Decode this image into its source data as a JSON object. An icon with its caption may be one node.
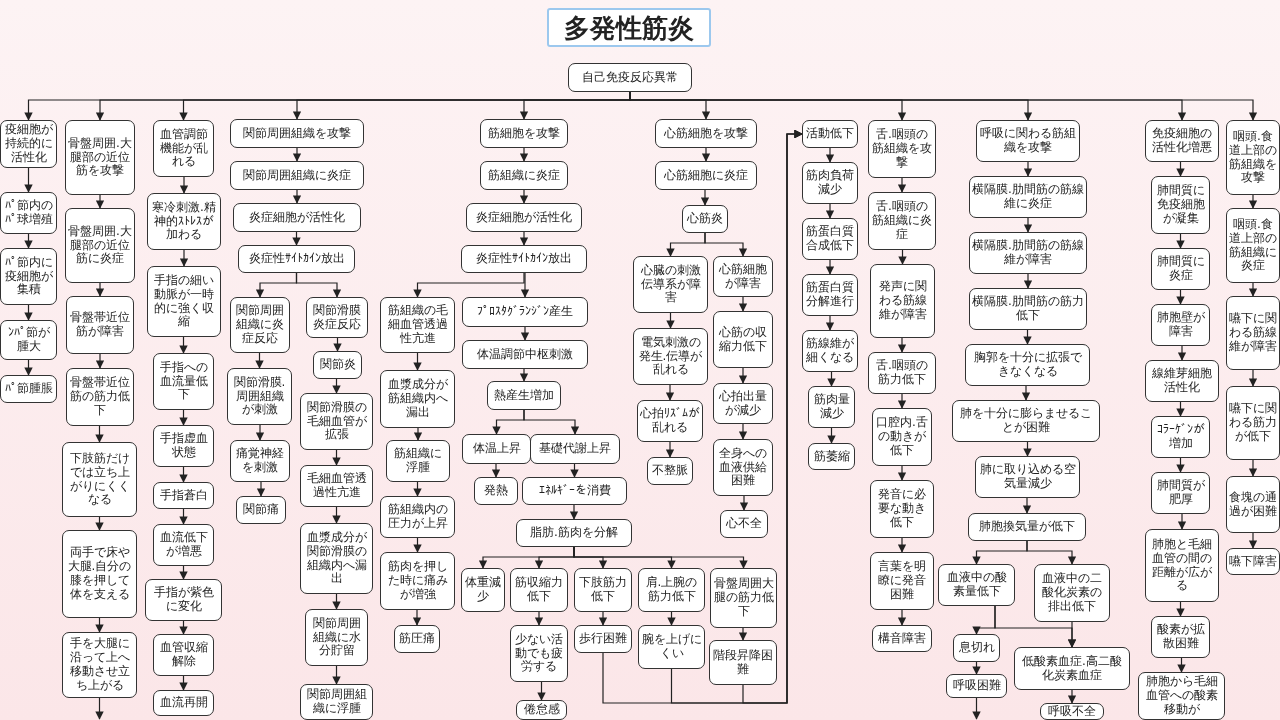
{
  "diagram": {
    "title": "多発性筋炎",
    "nodes": [
      {
        "text": [
          "自己免疫反応異常"
        ]
      },
      {
        "text": [
          "疫細胞が持続的に活性化"
        ]
      },
      {
        "text": [
          "ﾊﾟ節内のﾊﾟ球増殖"
        ]
      },
      {
        "text": [
          "ﾊﾟ節内に疫細胞が集積"
        ]
      },
      {
        "text": [
          "ﾝﾊﾟ節が腫大"
        ]
      },
      {
        "text": [
          "ﾊﾟ節腫脹"
        ]
      },
      {
        "text": [
          "骨盤周囲.大腿部の近位筋を攻撃"
        ]
      },
      {
        "text": [
          "骨盤周囲.大腿部の近位筋に炎症"
        ]
      },
      {
        "text": [
          "骨盤帯近位筋が障害"
        ]
      },
      {
        "text": [
          "骨盤帯近位筋の筋力低下"
        ]
      },
      {
        "text": [
          "下肢筋だけでは立ち上がりにくくなる"
        ]
      },
      {
        "text": [
          "両手で床や大腿.自分の膝を押して体を支える"
        ]
      },
      {
        "text": [
          "手を大腿に沿って上へ移動させ立ち上がる"
        ]
      },
      {
        "text": [
          "血管調節機能が乱れる"
        ]
      },
      {
        "text": [
          "寒冷刺激.精神的ｽﾄﾚｽが加わる"
        ]
      },
      {
        "text": [
          "手指の細い動脈が一時的に強く収縮"
        ]
      },
      {
        "text": [
          "手指への血流量低下"
        ]
      },
      {
        "text": [
          "手指虚血状態"
        ]
      },
      {
        "text": [
          "手指蒼白"
        ]
      },
      {
        "text": [
          "血流低下が増悪"
        ]
      },
      {
        "text": [
          "手指が紫色に変化"
        ]
      },
      {
        "text": [
          "血管収縮解除"
        ]
      },
      {
        "text": [
          "血流再開"
        ]
      },
      {
        "text": [
          "関節周囲組織を攻撃"
        ]
      },
      {
        "text": [
          "関節周囲組織に炎症"
        ]
      },
      {
        "text": [
          "炎症細胞が活性化"
        ]
      },
      {
        "text": [
          "炎症性ｻｲﾄｶｲﾝ放出"
        ]
      },
      {
        "text": [
          "関節周囲組織に炎症反応"
        ]
      },
      {
        "text": [
          "関節滑膜.周囲組織が刺激"
        ]
      },
      {
        "text": [
          "痛覚神経を刺激"
        ]
      },
      {
        "text": [
          "関節痛"
        ]
      },
      {
        "text": [
          "関節滑膜炎症反応"
        ]
      },
      {
        "text": [
          "関節炎"
        ]
      },
      {
        "text": [
          "関節滑膜の毛細血管が拡張"
        ]
      },
      {
        "text": [
          "毛細血管透過性亢進"
        ]
      },
      {
        "text": [
          "血漿成分が関節滑膜の組織内へ漏出"
        ]
      },
      {
        "text": [
          "関節周囲組織に水分貯留"
        ]
      },
      {
        "text": [
          "関節周囲組織に浮腫"
        ]
      },
      {
        "text": [
          "筋細胞を攻撃"
        ]
      },
      {
        "text": [
          "筋組織に炎症"
        ]
      },
      {
        "text": [
          "炎症細胞が活性化"
        ]
      },
      {
        "text": [
          "炎症性ｻｲﾄｶｲﾝ放出"
        ]
      },
      {
        "text": [
          "筋組織の毛細血管透過性亢進"
        ]
      },
      {
        "text": [
          "血漿成分が筋組織内へ漏出"
        ]
      },
      {
        "text": [
          "筋組織に浮腫"
        ]
      },
      {
        "text": [
          "筋組織内の圧力が上昇"
        ]
      },
      {
        "text": [
          "筋肉を押した時に痛みが増強"
        ]
      },
      {
        "text": [
          "筋圧痛"
        ]
      },
      {
        "text": [
          "ﾌﾟﾛｽﾀｸﾞﾗﾝｼﾞﾝ産生"
        ]
      },
      {
        "text": [
          "体温調節中枢刺激"
        ]
      },
      {
        "text": [
          "熱産生増加"
        ]
      },
      {
        "text": [
          "体温上昇"
        ]
      },
      {
        "text": [
          "基礎代謝上昇"
        ]
      },
      {
        "text": [
          "発熱"
        ]
      },
      {
        "text": [
          "ｴﾈﾙｷﾞｰを消費"
        ]
      },
      {
        "text": [
          "脂肪.筋肉を分解"
        ]
      },
      {
        "text": [
          "体重減少"
        ]
      },
      {
        "text": [
          "筋収縮力低下"
        ]
      },
      {
        "text": [
          "下肢筋力低下"
        ]
      },
      {
        "text": [
          "肩.上腕の筋力低下"
        ]
      },
      {
        "text": [
          "骨盤周囲大腿の筋力低下"
        ]
      },
      {
        "text": [
          "少ない活動でも疲労する"
        ]
      },
      {
        "text": [
          "倦怠感"
        ]
      },
      {
        "text": [
          "歩行困難"
        ]
      },
      {
        "text": [
          "腕を上げにくい"
        ]
      },
      {
        "text": [
          "階段昇降困難"
        ]
      },
      {
        "text": [
          "心筋細胞を攻撃"
        ]
      },
      {
        "text": [
          "心筋細胞に炎症"
        ]
      },
      {
        "text": [
          "心筋炎"
        ]
      },
      {
        "text": [
          "心臓の刺激伝導系が障害"
        ]
      },
      {
        "text": [
          "電気刺激の発生.伝導が乱れる"
        ]
      },
      {
        "text": [
          "心拍ﾘｽﾞﾑが乱れる"
        ]
      },
      {
        "text": [
          "不整脈"
        ]
      },
      {
        "text": [
          "心筋細胞が障害"
        ]
      },
      {
        "text": [
          "心筋の収縮力低下"
        ]
      },
      {
        "text": [
          "心拍出量が減少"
        ]
      },
      {
        "text": [
          "全身への血液供給困難"
        ]
      },
      {
        "text": [
          "心不全"
        ]
      },
      {
        "text": [
          "活動低下"
        ]
      },
      {
        "text": [
          "筋肉負荷減少"
        ]
      },
      {
        "text": [
          "筋蛋白質合成低下"
        ]
      },
      {
        "text": [
          "筋蛋白質分解進行"
        ]
      },
      {
        "text": [
          "筋線維が細くなる"
        ]
      },
      {
        "text": [
          "筋肉量減少"
        ]
      },
      {
        "text": [
          "筋萎縮"
        ]
      },
      {
        "text": [
          "舌.咽頭の筋組織を攻撃"
        ]
      },
      {
        "text": [
          "舌.咽頭の筋組織に炎症"
        ]
      },
      {
        "text": [
          "発声に関わる筋線維が障害"
        ]
      },
      {
        "text": [
          "舌.咽頭の筋力低下"
        ]
      },
      {
        "text": [
          "口腔内.舌の動きが低下"
        ]
      },
      {
        "text": [
          "発音に必要な動き低下"
        ]
      },
      {
        "text": [
          "言葉を明瞭に発音困難"
        ]
      },
      {
        "text": [
          "構音障害"
        ]
      },
      {
        "text": [
          "呼吸に関わる筋組織を攻撃"
        ]
      },
      {
        "text": [
          "横隔膜.肋間筋の筋線維に炎症"
        ]
      },
      {
        "text": [
          "横隔膜.肋間筋の筋線維が障害"
        ]
      },
      {
        "text": [
          "横隔膜.肋間筋の筋力低下"
        ]
      },
      {
        "text": [
          "胸郭を十分に拡張できなくなる"
        ]
      },
      {
        "text": [
          "肺を十分に膨らませることが困難"
        ]
      },
      {
        "text": [
          "肺に取り込める空気量減少"
        ]
      },
      {
        "text": [
          "肺胞換気量が低下"
        ]
      },
      {
        "text": [
          "血液中の酸素量低下"
        ]
      },
      {
        "text": [
          "血液中の二酸化炭素の排出低下"
        ]
      },
      {
        "text": [
          "息切れ"
        ]
      },
      {
        "text": [
          "呼吸困難"
        ]
      },
      {
        "text": [
          "低酸素血症.高二酸化炭素血症"
        ]
      },
      {
        "text": [
          "呼吸不全"
        ]
      },
      {
        "text": [
          "免疫細胞の活性化増悪"
        ]
      },
      {
        "text": [
          "肺間質に免疫細胞が凝集"
        ]
      },
      {
        "text": [
          "肺間質に炎症"
        ]
      },
      {
        "text": [
          "肺胞壁が障害"
        ]
      },
      {
        "text": [
          "線維芽細胞活性化"
        ]
      },
      {
        "text": [
          "ｺﾗｰｹﾞﾝが増加"
        ]
      },
      {
        "text": [
          "肺間質が肥厚"
        ]
      },
      {
        "text": [
          "肺胞と毛細血管の間の距離が広がる"
        ]
      },
      {
        "text": [
          "酸素が拡散困難"
        ]
      },
      {
        "text": [
          "肺胞から毛細血管への酸素移動が"
        ]
      },
      {
        "text": [
          "咽頭.食道上部の筋組織を攻撃"
        ]
      },
      {
        "text": [
          "咽頭.食道上部の筋組織に炎症"
        ]
      },
      {
        "text": [
          "嚥下に関わる筋線維が障害"
        ]
      },
      {
        "text": [
          "嚥下に関わる筋力が低下"
        ]
      },
      {
        "text": [
          "食塊の通過が困難"
        ]
      },
      {
        "text": [
          "嚥下障害"
        ]
      }
    ],
    "edges": [
      {
        "from": 0,
        "to": 1,
        "arrow": "to"
      },
      {
        "from": 0,
        "to": 6,
        "arrow": "to"
      },
      {
        "from": 0,
        "to": 13,
        "arrow": "to"
      },
      {
        "from": 0,
        "to": 23,
        "arrow": "to"
      },
      {
        "from": 0,
        "to": 38,
        "arrow": "to"
      },
      {
        "from": 0,
        "to": 66,
        "arrow": "to"
      },
      {
        "from": 0,
        "to": 85,
        "arrow": "to"
      },
      {
        "from": 0,
        "to": 93,
        "arrow": "to"
      },
      {
        "from": 0,
        "to": 107,
        "arrow": "to"
      },
      {
        "from": 0,
        "to": 117,
        "arrow": "to"
      },
      {
        "from": 1,
        "to": 2,
        "arrow": "to"
      },
      {
        "from": 2,
        "to": 3,
        "arrow": "to"
      },
      {
        "from": 3,
        "to": 4,
        "arrow": "to"
      },
      {
        "from": 4,
        "to": 5,
        "arrow": "to"
      },
      {
        "from": 6,
        "to": 7,
        "arrow": "to"
      },
      {
        "from": 7,
        "to": 8,
        "arrow": "to"
      },
      {
        "from": 8,
        "to": 9,
        "arrow": "to"
      },
      {
        "from": 9,
        "to": 10,
        "arrow": "to"
      },
      {
        "from": 10,
        "to": 11,
        "arrow": "to"
      },
      {
        "from": 11,
        "to": 12,
        "arrow": "to"
      },
      {
        "from": 12,
        "to": null,
        "arrow": "to"
      },
      {
        "from": 13,
        "to": 14,
        "arrow": "to"
      },
      {
        "from": 14,
        "to": 15,
        "arrow": "to"
      },
      {
        "from": 15,
        "to": 16,
        "arrow": "to"
      },
      {
        "from": 16,
        "to": 17,
        "arrow": "to"
      },
      {
        "from": 17,
        "to": 18,
        "arrow": "to"
      },
      {
        "from": 18,
        "to": 19,
        "arrow": "to"
      },
      {
        "from": 19,
        "to": 20,
        "arrow": "to"
      },
      {
        "from": 20,
        "to": 21,
        "arrow": "to"
      },
      {
        "from": 21,
        "to": 22,
        "arrow": "to"
      },
      {
        "from": 23,
        "to": 24,
        "arrow": "to"
      },
      {
        "from": 24,
        "to": 25,
        "arrow": "to"
      },
      {
        "from": 25,
        "to": 26,
        "arrow": "to"
      },
      {
        "from": 26,
        "to": 27,
        "arrow": "to"
      },
      {
        "from": 26,
        "to": 31,
        "arrow": "to"
      },
      {
        "from": 27,
        "to": 28,
        "arrow": "to"
      },
      {
        "from": 28,
        "to": 29,
        "arrow": "to"
      },
      {
        "from": 29,
        "to": 30,
        "arrow": "to"
      },
      {
        "from": 31,
        "to": 32,
        "arrow": "to"
      },
      {
        "from": 32,
        "to": 33,
        "arrow": "to"
      },
      {
        "from": 33,
        "to": 34,
        "arrow": "to"
      },
      {
        "from": 34,
        "to": 35,
        "arrow": "to"
      },
      {
        "from": 35,
        "to": 36,
        "arrow": "to"
      },
      {
        "from": 36,
        "to": 37,
        "arrow": "to"
      },
      {
        "from": 38,
        "to": 39,
        "arrow": "to"
      },
      {
        "from": 39,
        "to": 40,
        "arrow": "to"
      },
      {
        "from": 40,
        "to": 41,
        "arrow": "to"
      },
      {
        "from": 41,
        "to": 42,
        "arrow": "to"
      },
      {
        "from": 41,
        "to": 48,
        "arrow": "to"
      },
      {
        "from": 42,
        "to": 43,
        "arrow": "to"
      },
      {
        "from": 43,
        "to": 44,
        "arrow": "to"
      },
      {
        "from": 44,
        "to": 45,
        "arrow": "to"
      },
      {
        "from": 45,
        "to": 46,
        "arrow": "to"
      },
      {
        "from": 46,
        "to": 47,
        "arrow": "to"
      },
      {
        "from": 48,
        "to": 49,
        "arrow": "to"
      },
      {
        "from": 49,
        "to": 50,
        "arrow": "to"
      },
      {
        "from": 50,
        "to": 51,
        "arrow": "to"
      },
      {
        "from": 50,
        "to": 52,
        "arrow": "to"
      },
      {
        "from": 51,
        "to": 53,
        "arrow": "to"
      },
      {
        "from": 52,
        "to": 54,
        "arrow": "to"
      },
      {
        "from": 54,
        "to": 55,
        "arrow": "to"
      },
      {
        "from": 55,
        "to": 56,
        "arrow": "to"
      },
      {
        "from": 55,
        "to": 57,
        "arrow": "to"
      },
      {
        "from": 55,
        "to": 58,
        "arrow": "to"
      },
      {
        "from": 55,
        "to": 59,
        "arrow": "to"
      },
      {
        "from": 55,
        "to": 60,
        "arrow": "to"
      },
      {
        "from": 57,
        "to": 61,
        "arrow": "to"
      },
      {
        "from": 61,
        "to": 62,
        "arrow": "to"
      },
      {
        "from": 58,
        "to": 63,
        "arrow": "to"
      },
      {
        "from": 59,
        "to": 64,
        "arrow": "to"
      },
      {
        "from": 60,
        "to": 65,
        "arrow": "to"
      },
      {
        "from": 63,
        "to": 78,
        "arrow": "to"
      },
      {
        "from": 64,
        "to": 78,
        "arrow": "to"
      },
      {
        "from": 65,
        "to": 78,
        "arrow": "to"
      },
      {
        "from": 66,
        "to": 67,
        "arrow": "to"
      },
      {
        "from": 67,
        "to": 68,
        "arrow": "to"
      },
      {
        "from": 68,
        "to": 69,
        "arrow": "to"
      },
      {
        "from": 68,
        "to": 73,
        "arrow": "to"
      },
      {
        "from": 69,
        "to": 70,
        "arrow": "to"
      },
      {
        "from": 70,
        "to": 71,
        "arrow": "to"
      },
      {
        "from": 71,
        "to": 72,
        "arrow": "to"
      },
      {
        "from": 73,
        "to": 74,
        "arrow": "to"
      },
      {
        "from": 74,
        "to": 75,
        "arrow": "to"
      },
      {
        "from": 75,
        "to": 76,
        "arrow": "to"
      },
      {
        "from": 76,
        "to": 77,
        "arrow": "to"
      },
      {
        "from": 78,
        "to": 79,
        "arrow": "to"
      },
      {
        "from": 79,
        "to": 80,
        "arrow": "to"
      },
      {
        "from": 80,
        "to": 81,
        "arrow": "to"
      },
      {
        "from": 81,
        "to": 82,
        "arrow": "to"
      },
      {
        "from": 82,
        "to": 83,
        "arrow": "to"
      },
      {
        "from": 83,
        "to": 84,
        "arrow": "to"
      },
      {
        "from": 85,
        "to": 86,
        "arrow": "to"
      },
      {
        "from": 86,
        "to": 87,
        "arrow": "to"
      },
      {
        "from": 87,
        "to": 88,
        "arrow": "to"
      },
      {
        "from": 88,
        "to": 89,
        "arrow": "to"
      },
      {
        "from": 89,
        "to": 90,
        "arrow": "to"
      },
      {
        "from": 90,
        "to": 91,
        "arrow": "to"
      },
      {
        "from": 91,
        "to": 92,
        "arrow": "to"
      },
      {
        "from": 93,
        "to": 94,
        "arrow": "to"
      },
      {
        "from": 94,
        "to": 95,
        "arrow": "to"
      },
      {
        "from": 95,
        "to": 96,
        "arrow": "to"
      },
      {
        "from": 96,
        "to": 97,
        "arrow": "to"
      },
      {
        "from": 97,
        "to": 98,
        "arrow": "to"
      },
      {
        "from": 98,
        "to": 99,
        "arrow": "to"
      },
      {
        "from": 99,
        "to": 100,
        "arrow": "to"
      },
      {
        "from": 100,
        "to": 101,
        "arrow": "to"
      },
      {
        "from": 100,
        "to": 102,
        "arrow": "to"
      },
      {
        "from": 101,
        "to": 103,
        "arrow": "to"
      },
      {
        "from": 101,
        "to": 105,
        "arrow": "to"
      },
      {
        "from": 102,
        "to": 105,
        "arrow": "to"
      },
      {
        "from": 103,
        "to": 104,
        "arrow": "to"
      },
      {
        "from": 104,
        "to": null,
        "arrow": "to"
      },
      {
        "from": 105,
        "to": 106,
        "arrow": "to"
      },
      {
        "from": 107,
        "to": 108,
        "arrow": "to"
      },
      {
        "from": 108,
        "to": 109,
        "arrow": "to"
      },
      {
        "from": 109,
        "to": 110,
        "arrow": "to"
      },
      {
        "from": 110,
        "to": 111,
        "arrow": "to"
      },
      {
        "from": 111,
        "to": 112,
        "arrow": "to"
      },
      {
        "from": 112,
        "to": 113,
        "arrow": "to"
      },
      {
        "from": 113,
        "to": 114,
        "arrow": "to"
      },
      {
        "from": 114,
        "to": 115,
        "arrow": "to"
      },
      {
        "from": 115,
        "to": 116,
        "arrow": "to"
      },
      {
        "from": 117,
        "to": 118,
        "arrow": "to"
      },
      {
        "from": 118,
        "to": 119,
        "arrow": "to"
      },
      {
        "from": 119,
        "to": 120,
        "arrow": "to"
      },
      {
        "from": 120,
        "to": 121,
        "arrow": "to"
      },
      {
        "from": 121,
        "to": 122,
        "arrow": "to"
      }
    ]
  }
}
